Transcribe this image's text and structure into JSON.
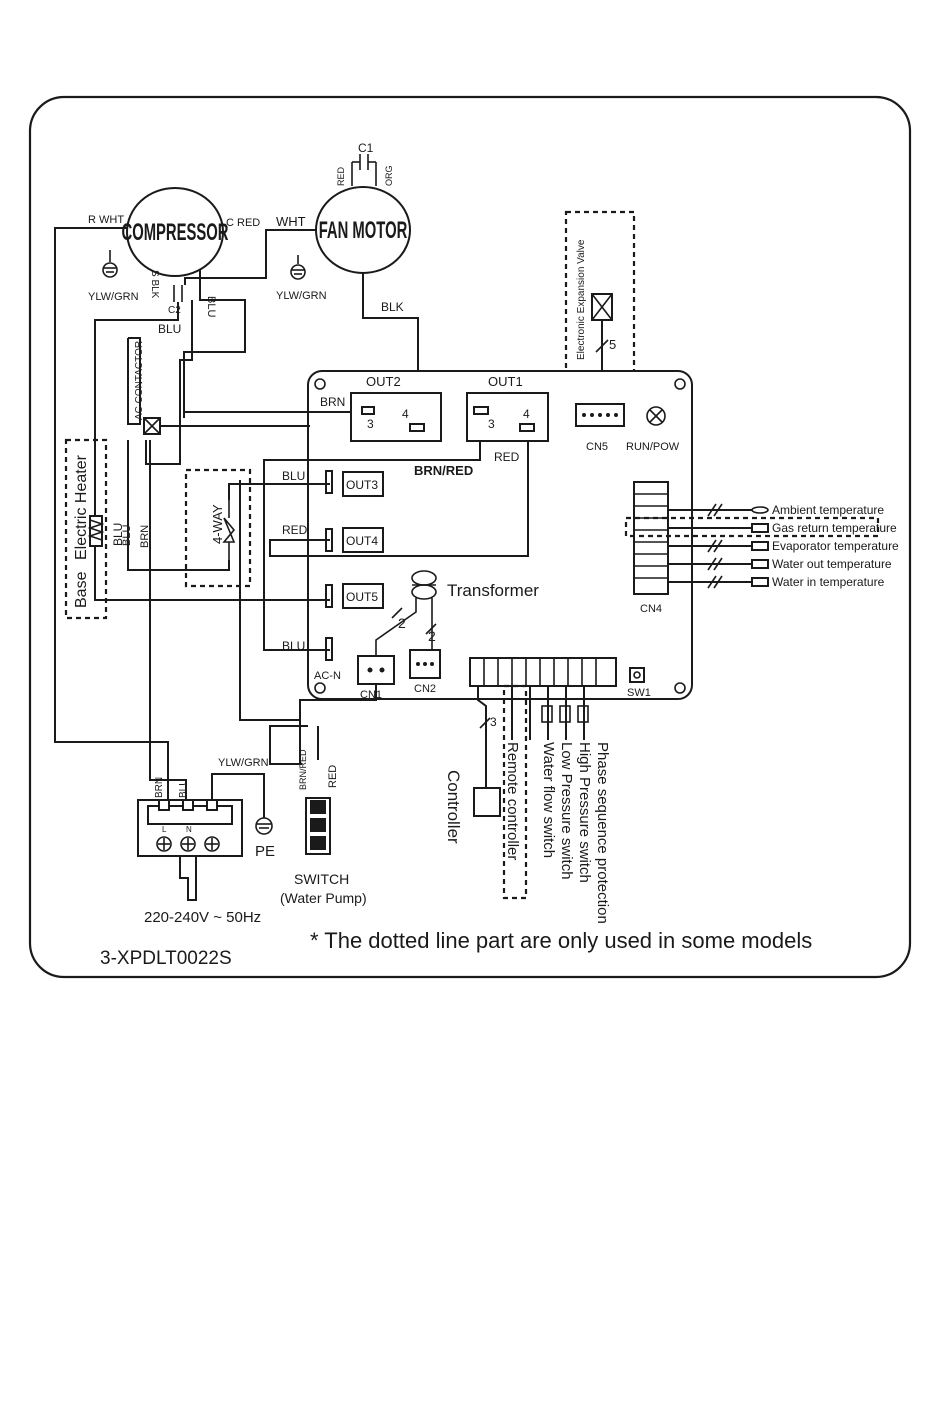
{
  "diagram_code": "3-XPDLT0022S",
  "note": "* The dotted line part are only used in some models",
  "power_supply": "220-240V ~ 50Hz",
  "components": {
    "compressor": "COMPRESSOR",
    "fan_motor": "FAN MOTOR",
    "capacitor_fan": "C1",
    "capacitor_comp": "C2",
    "ac_contactor": "AC CONTACTOR",
    "four_way": "4-WAY",
    "heater_l1": "Electric Heater",
    "heater_l2": "Base",
    "transformer": "Transformer",
    "exp_valve": "Electronic Expansion Valve",
    "switch_title": "SWITCH",
    "switch_sub": "(Water Pump)",
    "pe": "PE",
    "controller": "Controller"
  },
  "terminals": {
    "out1": "OUT1",
    "out2": "OUT2",
    "out3": "OUT3",
    "out4": "OUT4",
    "out5": "OUT5",
    "cn1": "CN1",
    "cn2": "CN2",
    "cn4": "CN4",
    "cn5": "CN5",
    "sw1": "SW1",
    "run_pow": "RUN/POW",
    "ac_n": "AC-N",
    "pin3": "3",
    "pin4": "4",
    "block_l": "L",
    "block_n": "N"
  },
  "wire_labels": {
    "r_wht": "R WHT",
    "c_red": "C RED",
    "s_blk": "S BLK",
    "wht": "WHT",
    "ylw_grn": "YLW/GRN",
    "blk": "BLK",
    "blu": "BLU",
    "brn": "BRN",
    "red": "RED",
    "org": "ORG",
    "brn_red": "BRN/RED",
    "brn_red_b": "BRN/RED",
    "count5": "5",
    "count2": "2",
    "count3": "3"
  },
  "sensors": [
    "Ambient temperature",
    "Gas return temperature",
    "Evaporator temperature",
    "Water out temperature",
    "Water in temperature"
  ],
  "bottom_switches": [
    "Phase sequence protection",
    "High Pressure switch",
    "Low Pressure switch",
    "Water flow switch",
    "Remote controller"
  ]
}
